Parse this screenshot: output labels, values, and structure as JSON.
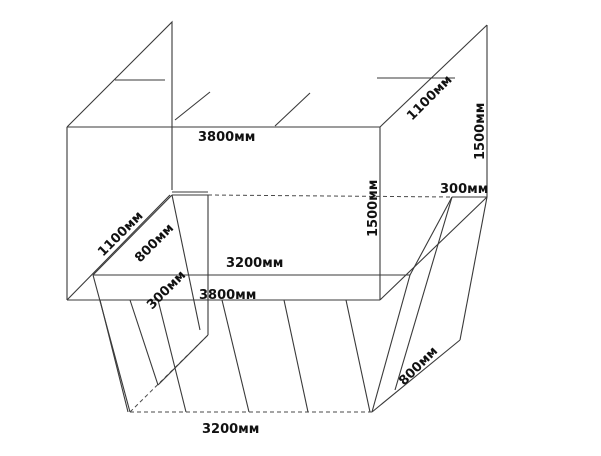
{
  "labels": {
    "top_front_width": "3800мм",
    "top_depth_left": "1100мм",
    "top_depth_right": "1100мм",
    "top_height_front": "1500мм",
    "top_height_right": "1500мм",
    "top_inner_width": "3200мм",
    "top_inner_depth": "800мм",
    "left_margin": "300мм",
    "right_margin": "300мм",
    "bottom_front_width": "3800мм",
    "bottom_depth": "800мм",
    "bottom_width": "3200мм"
  }
}
